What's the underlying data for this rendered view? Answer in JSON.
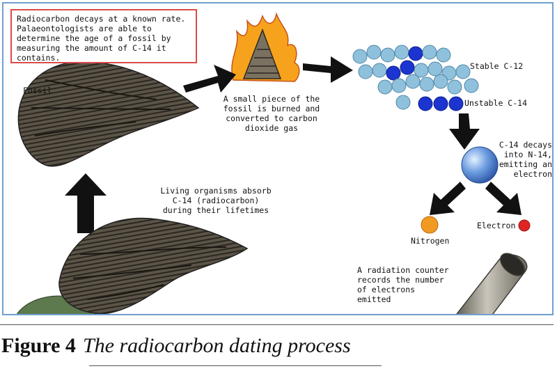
{
  "intro_text": "Radiocarbon decays at a known rate. Palaeontologists are able to determine the age of a fossil by measuring the amount of C-14 it contains.",
  "labels": {
    "fossil": "Fossil",
    "burn": "A small piece of the fossil is burned and converted to carbon dioxide gas",
    "stable": "Stable C-12",
    "unstable": "Unstable C-14",
    "decay": "C-14 decays into N-14, emitting an electron",
    "nitrogen": "Nitrogen",
    "electron": "Electron",
    "living": "Living organisms absorb C-14 (radiocarbon) during their lifetimes",
    "counter": "A radiation counter records the number of electrons emitted"
  },
  "caption": {
    "figure": "Figure 4",
    "title": "The radiocarbon dating process"
  },
  "colors": {
    "frame": "#6f9fd0",
    "intro_border": "#d94b4b",
    "c12": "#8fc1dc",
    "c14": "#1c34d0",
    "nitrogen": "#f19a22",
    "electron": "#e02424",
    "arrow": "#111111",
    "shell": "#4a4438"
  }
}
